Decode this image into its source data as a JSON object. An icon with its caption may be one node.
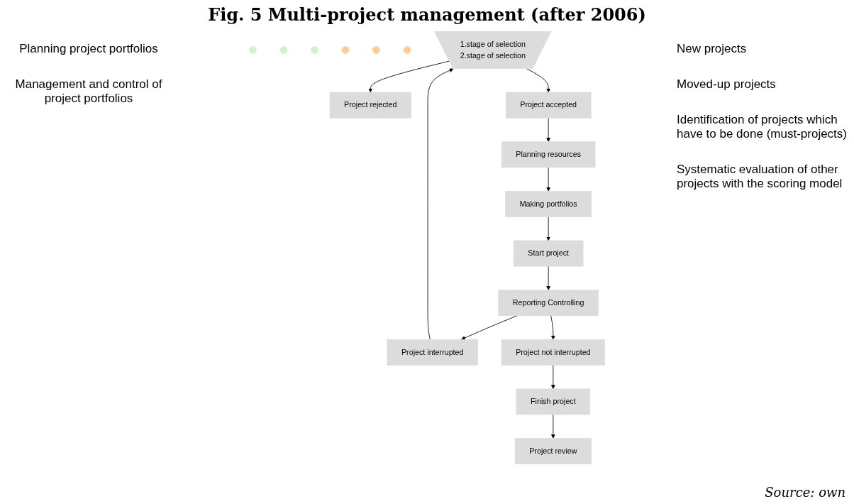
{
  "diagram": {
    "title": "Fig. 5 Multi-project management (after 2006)",
    "caption": "Source: own",
    "nodes": [
      {
        "text": [],
        "shape": "circle"
      },
      {
        "text": [],
        "shape": "circle"
      },
      {
        "text": [],
        "shape": "circle"
      },
      {
        "text": [],
        "shape": "circle"
      },
      {
        "text": [],
        "shape": "circle"
      },
      {
        "text": [],
        "shape": "circle"
      },
      {
        "text": [
          "1.stage of selection",
          "2.stage of selection"
        ]
      },
      {
        "text": [
          "Project rejected"
        ]
      },
      {
        "text": [
          "Project accepted"
        ]
      },
      {
        "text": [
          "Planning resources"
        ]
      },
      {
        "text": [
          "Project interrupted"
        ]
      },
      {
        "text": [
          "Making portfolios"
        ]
      },
      {
        "text": [
          "Start project"
        ]
      },
      {
        "text": [
          "Reporting Controlling"
        ]
      },
      {
        "text": [
          "Project not interrupted"
        ]
      },
      {
        "text": [
          "Finish project"
        ]
      },
      {
        "text": [
          "Project review"
        ]
      }
    ],
    "edges": [
      {
        "from": 6,
        "to": 7,
        "arrow": "to"
      },
      {
        "from": 6,
        "to": 8,
        "arrow": "to"
      },
      {
        "from": 8,
        "to": 9,
        "arrow": "to"
      },
      {
        "from": 9,
        "to": 11,
        "arrow": "to"
      },
      {
        "from": 11,
        "to": 12,
        "arrow": "to"
      },
      {
        "from": 12,
        "to": 13,
        "arrow": "to"
      },
      {
        "from": 13,
        "to": 10,
        "arrow": "to"
      },
      {
        "from": 13,
        "to": 14,
        "arrow": "to"
      },
      {
        "from": 14,
        "to": 15,
        "arrow": "to"
      },
      {
        "from": 15,
        "to": 16,
        "arrow": "to"
      },
      {
        "from": 10,
        "to": 6,
        "arrow": "to"
      }
    ],
    "labels": [
      "New projects",
      "Moved-up projects",
      "Planning project portfolios",
      "Identification of projects which have to be done (must-projects)",
      "Systematic evaluation of other projects with the scoring model",
      "Management and control of project portfolios"
    ]
  }
}
